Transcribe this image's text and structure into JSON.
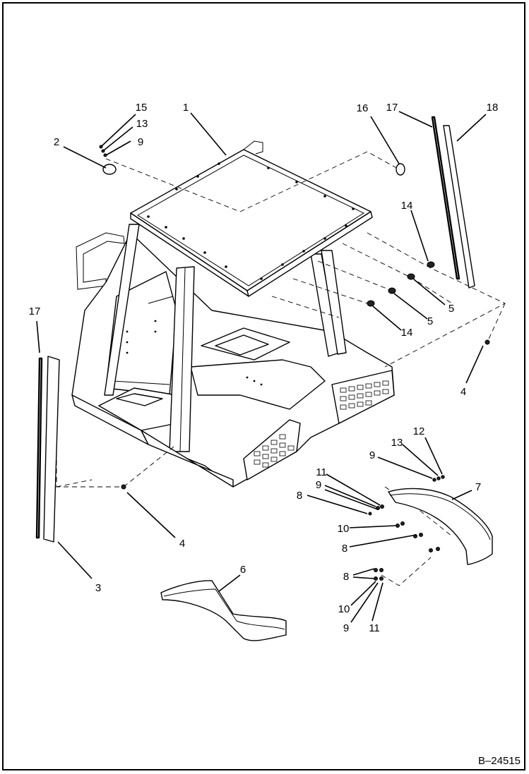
{
  "diagram": {
    "figure_id": "B–24515",
    "callouts": {
      "c1": "1",
      "c2": "2",
      "c3": "3",
      "c4a": "4",
      "c4b": "4",
      "c5a": "5",
      "c5b": "5",
      "c6": "6",
      "c7": "7",
      "c8a": "8",
      "c8b": "8",
      "c8c": "8",
      "c9a": "9",
      "c9b": "9",
      "c9c": "9",
      "c9d": "9",
      "c10a": "10",
      "c10b": "10",
      "c11a": "11",
      "c11b": "11",
      "c12": "12",
      "c13a": "13",
      "c13b": "13",
      "c14a": "14",
      "c14b": "14",
      "c15": "15",
      "c16": "16",
      "c17a": "17",
      "c17b": "17",
      "c18": "18"
    }
  }
}
